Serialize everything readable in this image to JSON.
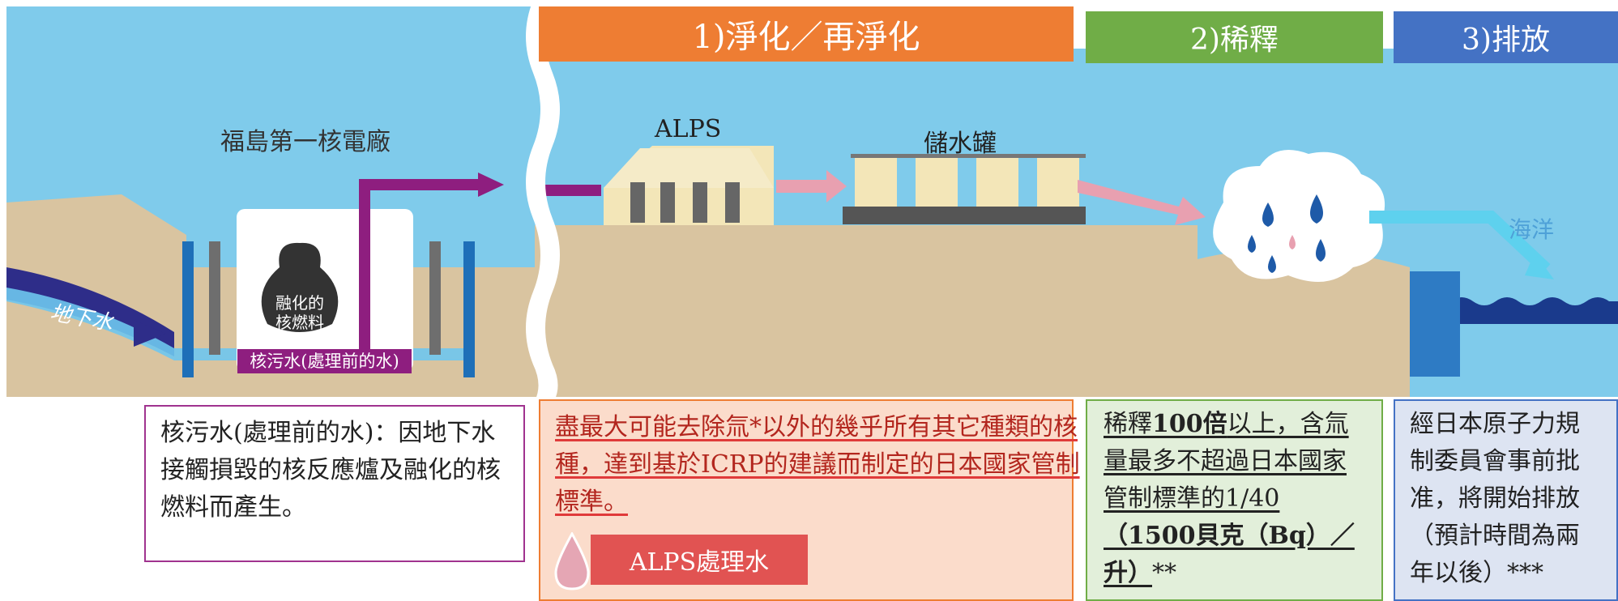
{
  "stages": {
    "purify": "1)淨化／再淨化",
    "dilute": "2)稀釋",
    "discharge": "3)排放"
  },
  "scene_labels": {
    "plant": "福島第一核電廠",
    "alps": "ALPS",
    "tanks": "儲水罐",
    "ocean": "海洋",
    "groundwater": "地下水",
    "fuel_line1": "融化的",
    "fuel_line2": "核燃料",
    "contaminated_water": "核污水(處理前的水)"
  },
  "boxes": {
    "contaminated_desc": "核污水(處理前的水)：因地下水接觸損毀的核反應爐及融化的核燃料而產生。",
    "purify_desc": "盡最大可能去除氚*以外的幾乎所有其它種類的核種，達到基於ICRP的建議而制定的日本國家管制標準。",
    "alps_badge": "ALPS處理水",
    "dilute_pre": "稀釋",
    "dilute_bold1": "100倍",
    "dilute_mid": "以上，含氚量最多不超過日本國家管制標準的1/40",
    "dilute_bold2": "（1500貝克（Bq）／升）",
    "dilute_post": "**",
    "discharge_desc": "經日本原子力規制委員會事前批准，將開始排放（預計時間為兩年以後）***"
  },
  "colors": {
    "sky": "#7FCBEB",
    "ground": "#D9C4A0",
    "purify": "#EE7D33",
    "dilute": "#70AD47",
    "discharge": "#4472C4",
    "pipe": "#8E1E7F",
    "arrow_pink": "#E8A0B0",
    "water_blue": "#2B9BD6"
  }
}
